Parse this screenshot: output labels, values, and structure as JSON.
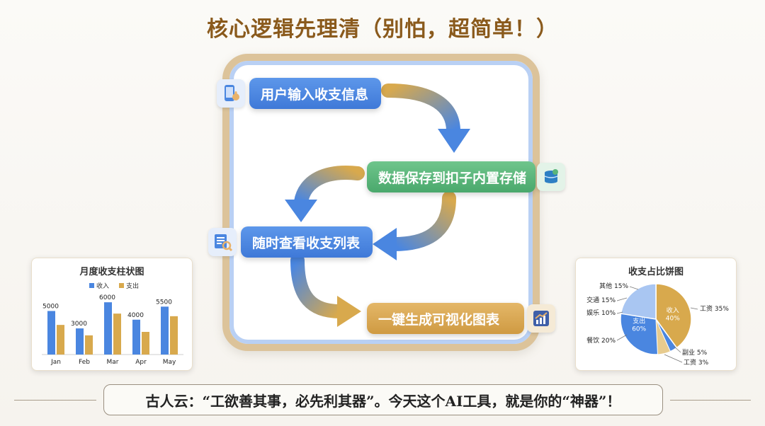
{
  "title": "核心逻辑先理清（别怕，超简单！）",
  "flow": {
    "step1": "用户输入收支信息",
    "step2": "数据保存到扣子内置存储",
    "step3": "随时查看收支列表",
    "step4": "一键生成可视化图表",
    "icons": {
      "step1": "phone-tap-icon",
      "step2": "database-cloud-icon",
      "step3": "list-search-icon",
      "step4": "chart-trend-icon"
    }
  },
  "bar_card": {
    "title": "月度收支柱状图",
    "legend_income": "收入",
    "legend_expense": "支出"
  },
  "pie_card": {
    "title": "收支占比饼图"
  },
  "quote": "古人云：“工欲善其事，必先利其器”。今天这个AI工具，就是你的“神器”！",
  "colors": {
    "blue": "#4a86e0",
    "gold": "#d8a94d",
    "green": "#5bb57a",
    "title": "#8a5a1c"
  },
  "chart_data": [
    {
      "type": "bar",
      "title": "月度收支柱状图",
      "categories": [
        "Jan",
        "Feb",
        "Mar",
        "Apr",
        "May"
      ],
      "series": [
        {
          "name": "收入",
          "values": [
            5000,
            3000,
            6000,
            4000,
            5500
          ],
          "color": "#4a86e0"
        },
        {
          "name": "支出",
          "values": [
            3400,
            2200,
            4700,
            2600,
            4400
          ],
          "color": "#d8a94d"
        }
      ],
      "value_labels": [
        "5000",
        "3000",
        "6000",
        "4000",
        "5500"
      ],
      "ylim": [
        0,
        6500
      ],
      "legend": "top"
    },
    {
      "type": "pie",
      "title": "收支占比饼图",
      "slices": [
        {
          "label": "收入",
          "value": 40,
          "inner": "收入 40%",
          "color": "#d8a94d"
        },
        {
          "label": "支出",
          "value": 60,
          "inner": "支出 60%",
          "color": "#4a86e0"
        }
      ],
      "annotations": [
        "工资 35%",
        "副业 5%",
        "工资 3%",
        "餐饮 20%",
        "娱乐 10%",
        "交通 15%",
        "其他 15%"
      ]
    }
  ]
}
